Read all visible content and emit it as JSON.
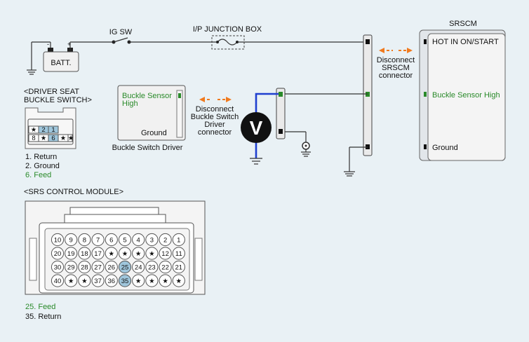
{
  "labels": {
    "ig_sw": "IG SW",
    "ip_junction_box": "I/P JUNCTION BOX",
    "batt": "BATT.",
    "srscm_title": "SRSCM",
    "hot_in": "HOT IN ON/START",
    "buckle_sensor_high": "Buckle Sensor High",
    "ground": "Ground",
    "disconnect_srscm": [
      "Disconnect",
      "SRSCM",
      "connector"
    ],
    "disconnect_driver": [
      "Disconnect",
      "Buckle Switch",
      "Driver",
      "connector"
    ],
    "buckle_sensor_high_split": [
      "Buckle Sensor",
      "High"
    ],
    "buckle_switch_driver": "Buckle Switch Driver",
    "voltmeter": "V"
  },
  "driver_seat": {
    "title": [
      "<DRIVER SEAT",
      "BUCKLE SWITCH>"
    ],
    "pins_top": [
      "★",
      "2",
      "1"
    ],
    "pins_bottom": [
      "8",
      "★",
      "6",
      "★",
      "★"
    ],
    "legend": [
      {
        "text": "1. Return",
        "color": "#111111"
      },
      {
        "text": "2. Ground",
        "color": "#111111"
      },
      {
        "text": "6. Feed",
        "color": "#2a8a2a"
      }
    ]
  },
  "srs_module": {
    "title": "<SRS CONTROL MODULE>",
    "rows": [
      [
        "10",
        "9",
        "8",
        "7",
        "6",
        "5",
        "4",
        "3",
        "2",
        "1"
      ],
      [
        "20",
        "19",
        "18",
        "17",
        "★",
        "★",
        "★",
        "★",
        "12",
        "11"
      ],
      [
        "30",
        "29",
        "28",
        "27",
        "26",
        "25",
        "24",
        "23",
        "22",
        "21"
      ],
      [
        "40",
        "★",
        "★",
        "37",
        "36",
        "35",
        "★",
        "★",
        "★",
        "★"
      ]
    ],
    "highlighted": [
      "25",
      "35"
    ],
    "legend": [
      {
        "text": "25. Feed",
        "color": "#2a8a2a"
      },
      {
        "text": "35. Return",
        "color": "#111111"
      }
    ]
  },
  "colors": {
    "accent_green": "#2a8a2a",
    "probe_blue": "#1f3fcf",
    "arrow_orange": "#f07a1e",
    "pin_highlight": "#9fc6dc"
  }
}
